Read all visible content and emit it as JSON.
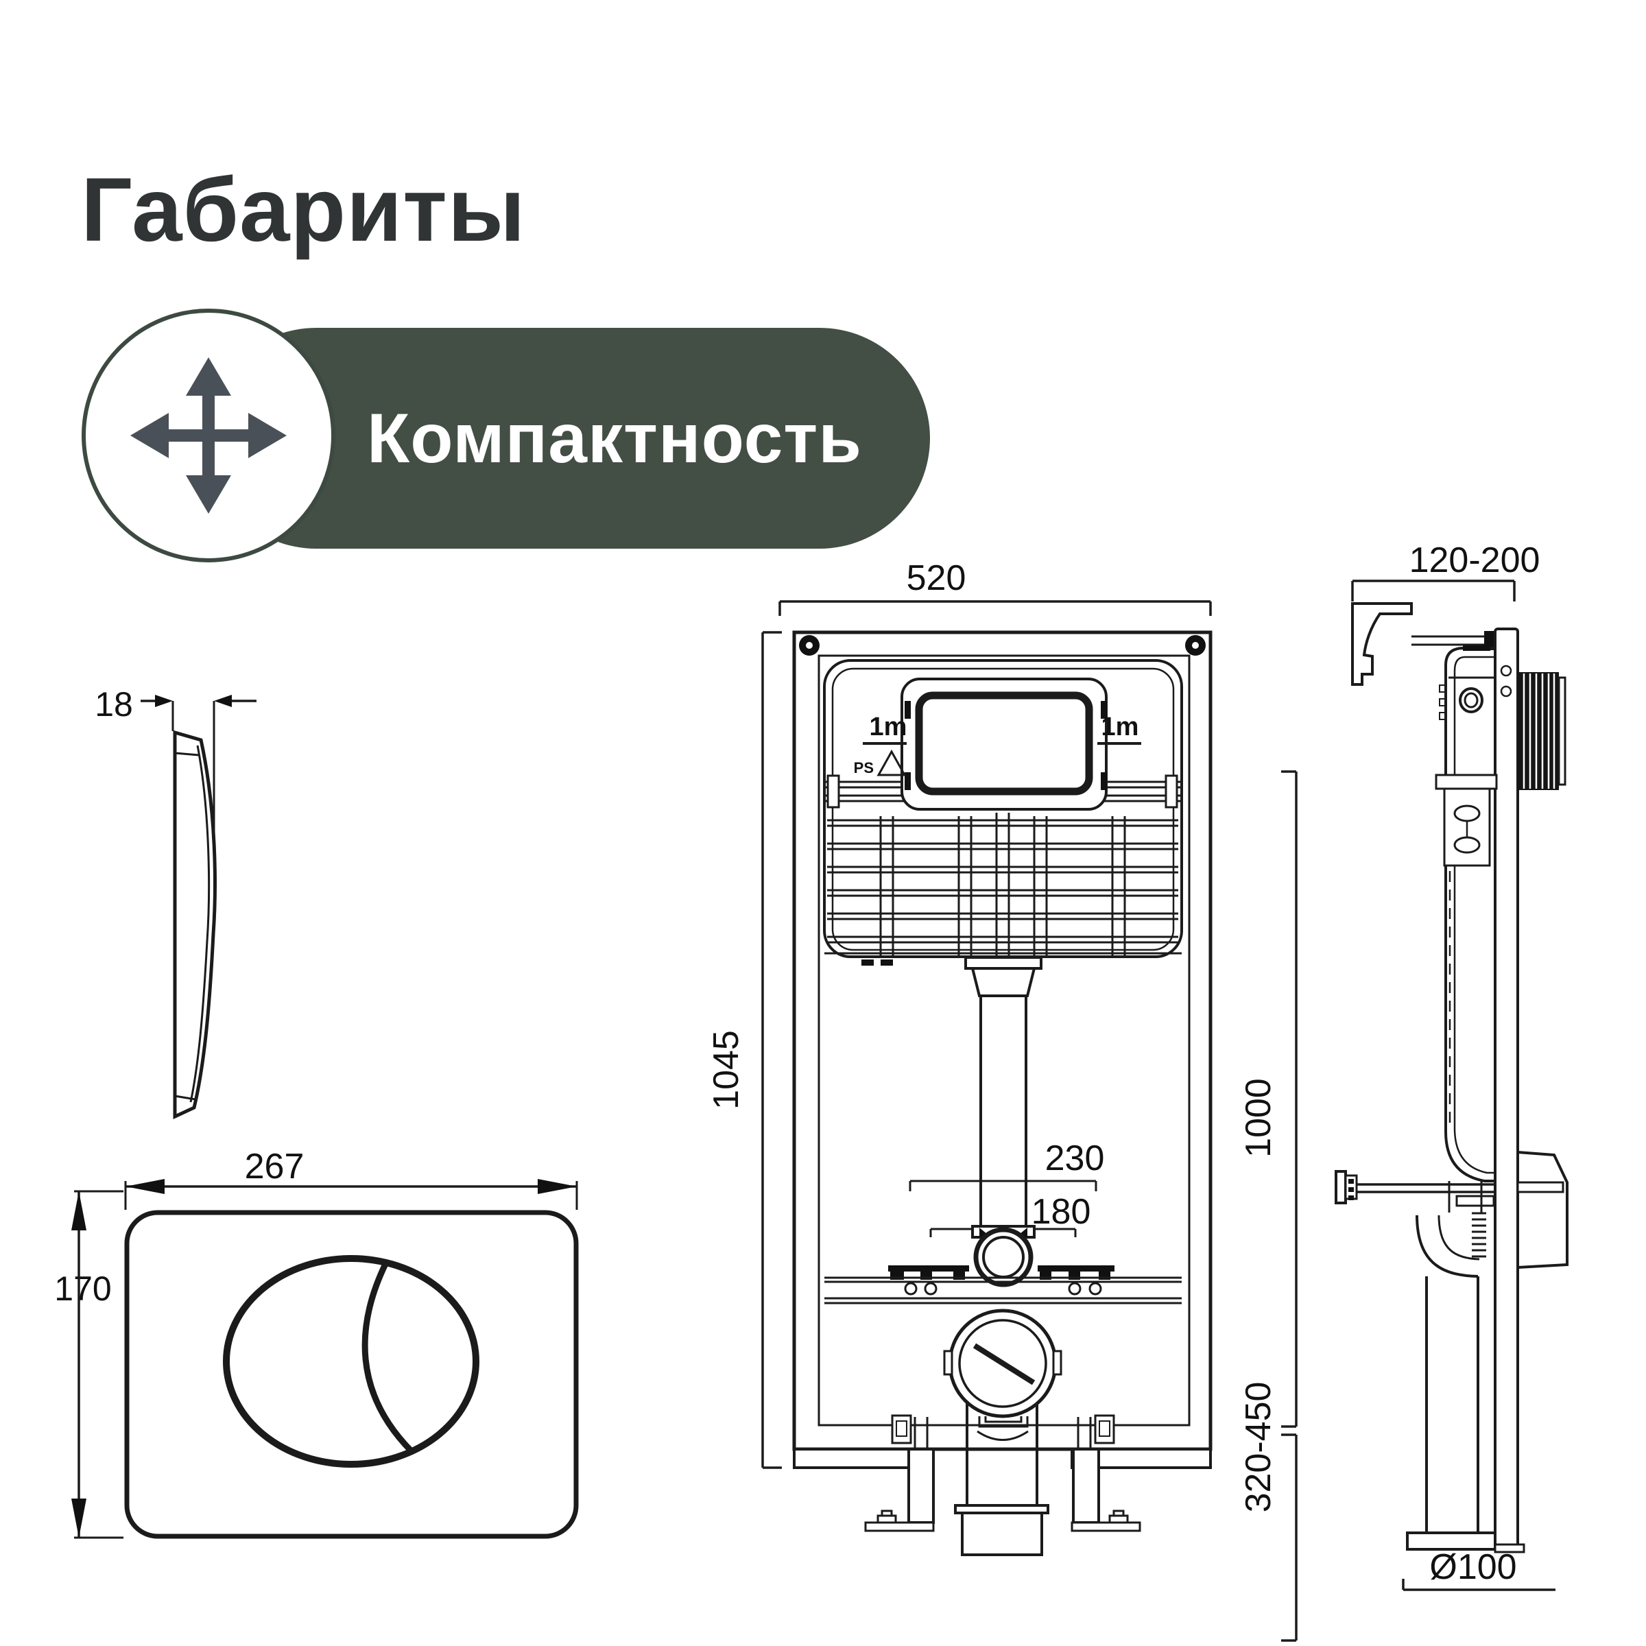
{
  "page": {
    "title": "Габариты",
    "background": "#ffffff",
    "title_color": "#303434"
  },
  "badge": {
    "label": "Компактность",
    "icon": "move-arrows-icon",
    "pill_color": "#434e45",
    "circle_border_color": "#3d4a41",
    "icon_color": "#4a5057",
    "label_color": "#ffffff"
  },
  "dimensions": {
    "plate_side": {
      "thickness": "18"
    },
    "plate_front": {
      "width": "267",
      "height": "170"
    },
    "frame_front": {
      "width": "520",
      "total_height": "1045",
      "install_height": "1000",
      "spacing_upper": "230",
      "spacing_lower": "180",
      "outlet_height_range": "320-450",
      "meter_mark_left": "1m",
      "meter_mark_right": "1m",
      "material_mark": "PS"
    },
    "frame_side": {
      "depth_range": "120-200",
      "pipe_diameter": "Ø100"
    }
  },
  "colors": {
    "line": "#1b1b1b",
    "accent_green": "#434e45",
    "icon_gray": "#4a5057"
  }
}
